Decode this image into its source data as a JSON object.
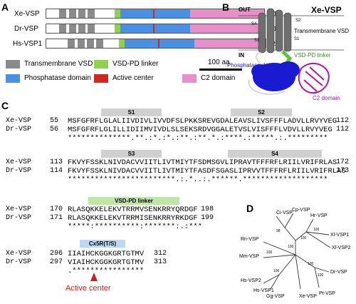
{
  "panels": {
    "a": "A",
    "b": "B",
    "c": "C",
    "d": "D"
  },
  "colors": {
    "tm": "#8a8a8a",
    "linker": "#8fd14f",
    "phosphatase": "#4a90e2",
    "active": "#d0271f",
    "c2": "#e68fc8",
    "blue_helix": "#1a1ad0",
    "magenta_c2": "#b0189e"
  },
  "panel_a": {
    "proteins": [
      {
        "name": "Xe-VSP",
        "length": "511"
      },
      {
        "name": "Dr-VSP",
        "length": "511"
      },
      {
        "name": "Hs-VSP1",
        "length": "522"
      }
    ],
    "legend": {
      "tm": "Transmembrane VSD",
      "linker": "VSD-PD linker",
      "scale": "100 aa",
      "phosphatase": "Phosphatase domain",
      "active": "Active center",
      "c2": "C2 domain"
    }
  },
  "panel_b": {
    "title": "Xe-VSP",
    "out": "OUT",
    "in": "IN",
    "s4": "S4",
    "s3": "S3",
    "s2": "S2",
    "s1": "S1",
    "tm_label": "Transmembrane VSD",
    "linker_label": "VSD-PD linker",
    "phos_label": "Phosphatase\ndomain",
    "c2_label": "C2 domain"
  },
  "panel_c": {
    "bands": {
      "s1": "S1",
      "s2": "S2",
      "s3": "S3",
      "s4": "S4",
      "linker": "VSD-PD linker",
      "motif": "Cx5R(T/S)"
    },
    "blocks": [
      {
        "rows": [
          {
            "name": "Xe-VSP",
            "start": "55",
            "seq": "MSFGFRFLGLALIIVDIVLIVVDFSLPKKSREVGDALEAVSLIVSFFFLADVLLRVYVEG",
            "end": "112"
          },
          {
            "name": "Dr-VSP",
            "start": "56",
            "seq": "MSFGFRFLGLILLIDIIMVIVDLSLSEKSRDVGGALETVSLVISFFFLVDVLLRVYVEG",
            "end": "112"
          }
        ],
        "cons": "**************.**.:*.:*.:**.:**.*.:****.:*****.:.*********"
      },
      {
        "rows": [
          {
            "name": "Xe-VSP",
            "start": "113",
            "seq": "FKVYFSSKLNIVDACVVIITLIVTMIYTFSDMSGVLIPRAVTFFFRFLRIILVRIFRLAS",
            "end": "172"
          },
          {
            "name": "Dr-VSP",
            "start": "114",
            "seq": "FKVYFSSKLNIVDACVVIITLIVTMIYTFASDFSGASLIPRVVTFFFRFLRIILVRIFRLAS",
            "end": "173"
          }
        ],
        "cons": "************************.:.*..:.******.*******************"
      },
      {
        "rows": [
          {
            "name": "Xe-VSP",
            "start": "170",
            "seq": "RLASQKKELEKVTRRMVSENKRRYQRDGF",
            "end": "198"
          },
          {
            "name": "Dr-VSP",
            "start": "171",
            "seq": "RLASQKKELEKVTRRMISENKRRYRKDGF",
            "end": "199"
          }
        ],
        "cons": "*****:**********:*******:.:***"
      },
      {
        "rows": [
          {
            "name": "Xe-VSP",
            "start": "296",
            "seq": "IIAIHCKGGKGRTGTMV",
            "end": "312"
          },
          {
            "name": "Dr-VSP",
            "start": "297",
            "seq": "VIAIHCKGGKGRTGTMV",
            "end": "313"
          }
        ],
        "cons": ".****************"
      }
    ],
    "active_center": "Active center"
  },
  "panel_d": {
    "taxa": [
      "Ci-VSP",
      "Cp-VSP",
      "Hr-VSP",
      "Xl-VSP1",
      "Xl-VSP2",
      "Dr-VSP",
      "Pt-VSP",
      "Xe-VSP",
      "Gg-VSP",
      "Hs-VSP1",
      "Hs-VSP2",
      "Mm-VSP",
      "Rn-VSP"
    ],
    "bootstraps": [
      "100",
      "100",
      "98",
      "100",
      "100",
      "100",
      "100",
      "100"
    ]
  }
}
